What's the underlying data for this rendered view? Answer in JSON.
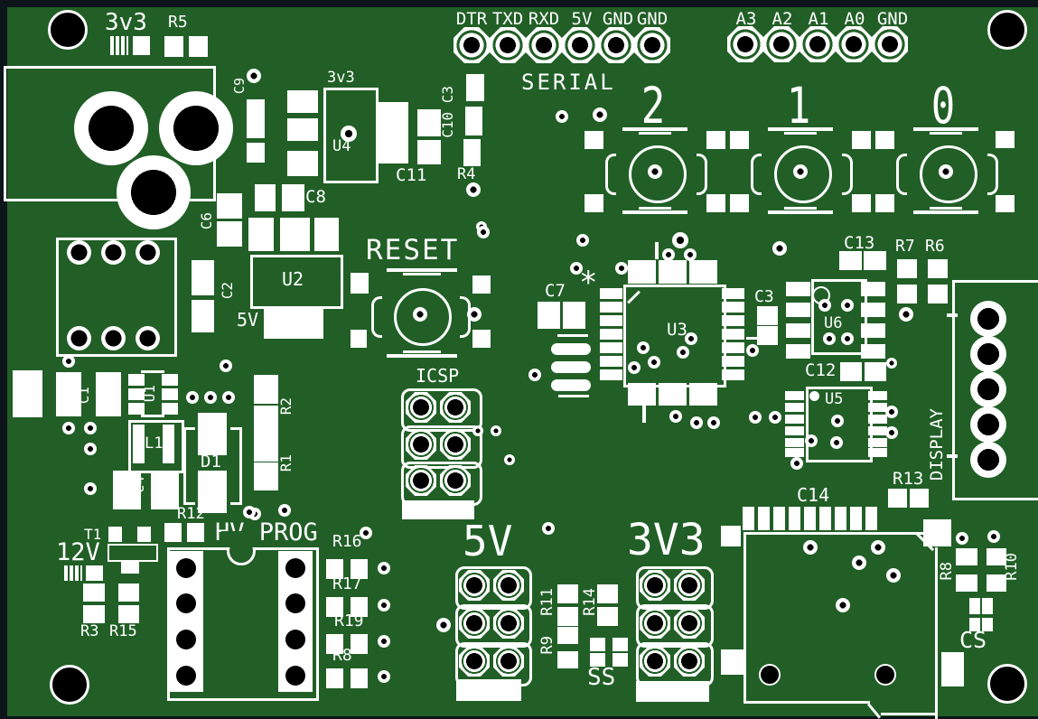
{
  "board": {
    "green": "#215f26",
    "edge": "#0d141a",
    "silk": "#ffffff",
    "hole": "#000000"
  },
  "headers": {
    "serial": {
      "title": "SERIAL",
      "pins": [
        "DTR",
        "TXD",
        "RXD",
        "5V",
        "GND",
        "GND"
      ]
    },
    "analog": {
      "pins": [
        "A3",
        "A2",
        "A1",
        "A0",
        "GND"
      ]
    },
    "icsp": {
      "title": "ICSP"
    },
    "hv": {
      "title": "HV PROG"
    },
    "v5": {
      "title": "5V"
    },
    "v33": {
      "title": "3V3"
    },
    "display": {
      "title": "DISPLAY"
    }
  },
  "buttons": {
    "b2": "2",
    "b1": "1",
    "b0": "0",
    "reset": "RESET"
  },
  "refdes": {
    "cap3v3": "3v3",
    "r5": "R5",
    "c9": "C9",
    "u4rail": "3v3",
    "u4": "U4",
    "c10c3": "C10 C3",
    "c11": "C11",
    "r4": "R4",
    "c8": "C8",
    "c6": "C6",
    "c2": "C2",
    "u2": "U2",
    "u2rail": "5V",
    "c7": "C7",
    "star": "*",
    "u3": "U3",
    "c3": "C3",
    "c13": "C13",
    "u6": "U6",
    "r7": "R7",
    "r6": "R6",
    "c12": "C12",
    "u5": "U5",
    "r13": "R13",
    "c14": "C14",
    "c1": "C1",
    "u1": "U1",
    "l1": "L1",
    "c4": "C4",
    "d1": "D1",
    "r2": "R2",
    "r1": "R1",
    "t1": "T1",
    "rail12": "12V",
    "r3": "R3",
    "r15": "R15",
    "r12": "R12",
    "r16": "R16",
    "r17": "R17",
    "r19": "R19",
    "r8": "R8",
    "r11": "R11",
    "r14": "R14",
    "r9": "R9",
    "ss": "SS",
    "r8sd": "R8",
    "r10": "R10",
    "cs": "CS"
  }
}
